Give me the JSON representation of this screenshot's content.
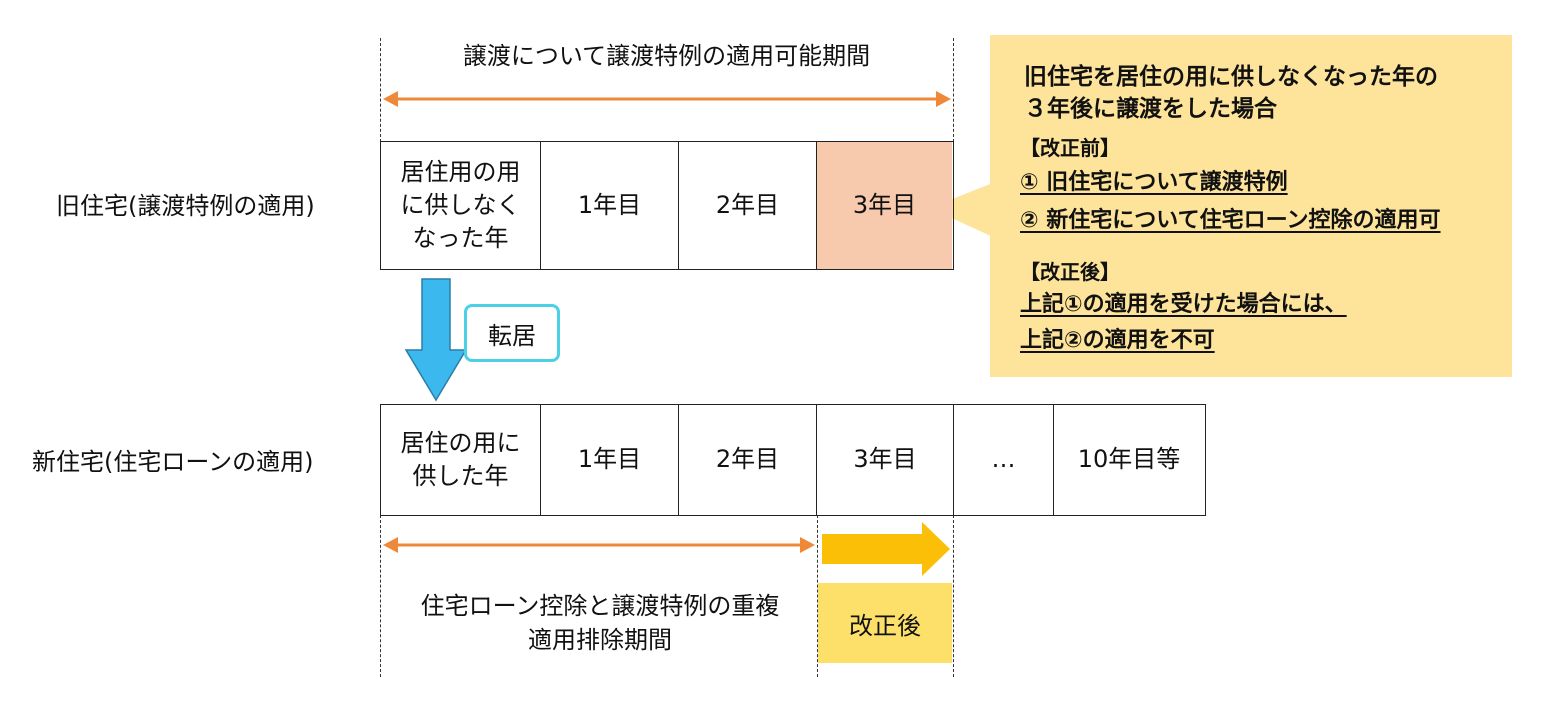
{
  "top_period_label": "譲渡について譲渡特例の適用可能期間",
  "old_house": {
    "row_label": "旧住宅(譲渡特例の適用)",
    "cells": [
      "居住用の用\nに供しなく\nなった年",
      "1年目",
      "2年目",
      "3年目"
    ]
  },
  "move_label": "転居",
  "new_house": {
    "row_label": "新住宅(住宅ローンの適用)",
    "cells": [
      "居住の用に\n供した年",
      "1年目",
      "2年目",
      "3年目",
      "…",
      "10年目等"
    ]
  },
  "bottom_period_label": "住宅ローン控除と譲渡特例の重複\n適用排除期間",
  "after_revision_label": "改正後",
  "callout": {
    "title": "旧住宅を居住の用に供しなくなった年の\n３年後に譲渡をした場合",
    "before_header": "【改正前】",
    "before_items": [
      "① 旧住宅について譲渡特例",
      "② 新住宅について住宅ローン控除の適用可"
    ],
    "after_header": "【改正後】",
    "after_lines": [
      "上記①の適用を受けた場合には、",
      "上記②の適用を不可"
    ]
  },
  "colors": {
    "orange_arrow": "#f0883a",
    "highlight_cell": "#f7c9ad",
    "callout_bg": "#fde49a",
    "move_arrow": "#3bb8ee",
    "yellow_arrow": "#fbbf08",
    "after_box": "#fde06a"
  }
}
